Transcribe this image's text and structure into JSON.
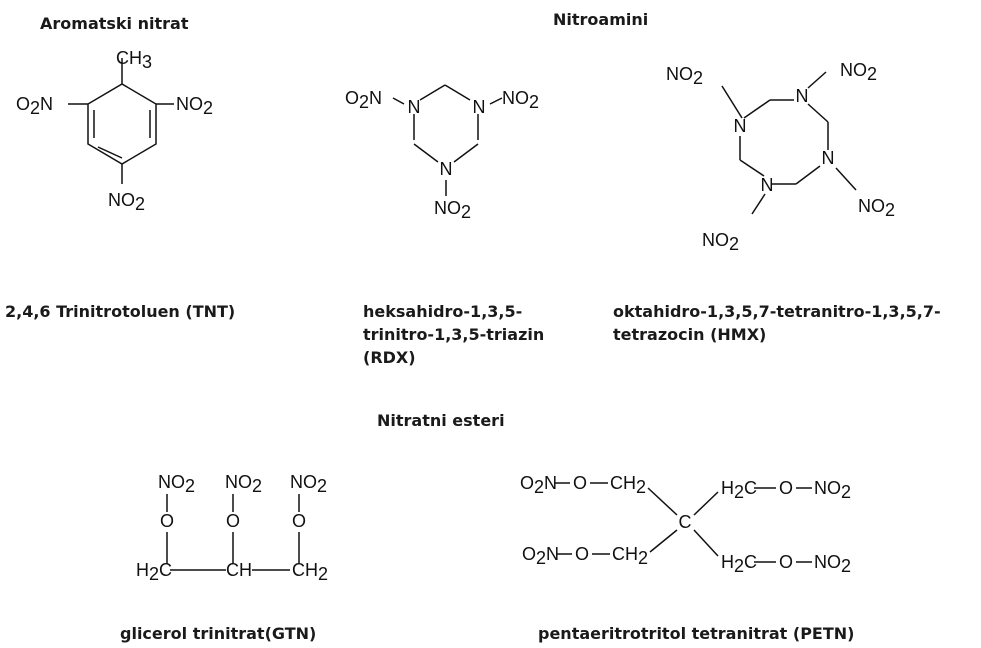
{
  "headings": {
    "aromatic": "Aromatski nitrat",
    "nitroamines": "Nitroamini",
    "nitrate_esters": "Nitratni esteri"
  },
  "compounds": {
    "tnt": {
      "name": "2,4,6 Trinitrotoluen (TNT)",
      "labels": {
        "methyl": "CH3",
        "left": "O2N",
        "right": "NO2",
        "bottom": "NO2"
      }
    },
    "rdx": {
      "name_lines": [
        "heksahidro-1,3,5-",
        "trinitro-1,3,5-triazin",
        "(RDX)"
      ],
      "labels": {
        "n": "N",
        "left_nitro": "O2N",
        "right_nitro": "NO2",
        "bottom_nitro": "NO2"
      }
    },
    "hmx": {
      "name_lines": [
        "oktahidro-1,3,5,7-tetranitro-1,3,5,7-",
        "tetrazocin (HMX)"
      ],
      "labels": {
        "n": "N",
        "nitro": "NO2"
      }
    },
    "gtn": {
      "name": "glicerol trinitrat(GTN)",
      "labels": {
        "nitro": "NO2",
        "oxygen": "O",
        "ch2": "H2C",
        "ch": "CH",
        "ch2_right": "CH2"
      }
    },
    "petn": {
      "name": "pentaeritrotritol tetranitrat (PETN)",
      "labels": {
        "left_nitro": "O2N",
        "oxygen": "O",
        "ch2": "CH2",
        "h2c": "H2C",
        "nitro": "NO2",
        "carbon": "C"
      }
    }
  }
}
